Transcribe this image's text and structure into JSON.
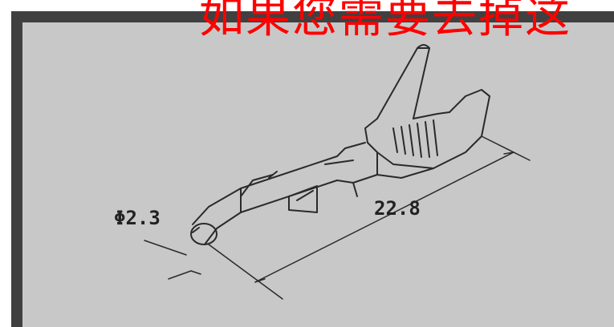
{
  "watermark": {
    "text": "如果您需要去掉这",
    "color": "#ff0000"
  },
  "dimensions": {
    "diameter_label": "Φ2.3",
    "length_label": "22.8"
  },
  "colors": {
    "frame_dark": "#404040",
    "panel_gray": "#c8c8c8",
    "line": "#2a2a2a"
  }
}
